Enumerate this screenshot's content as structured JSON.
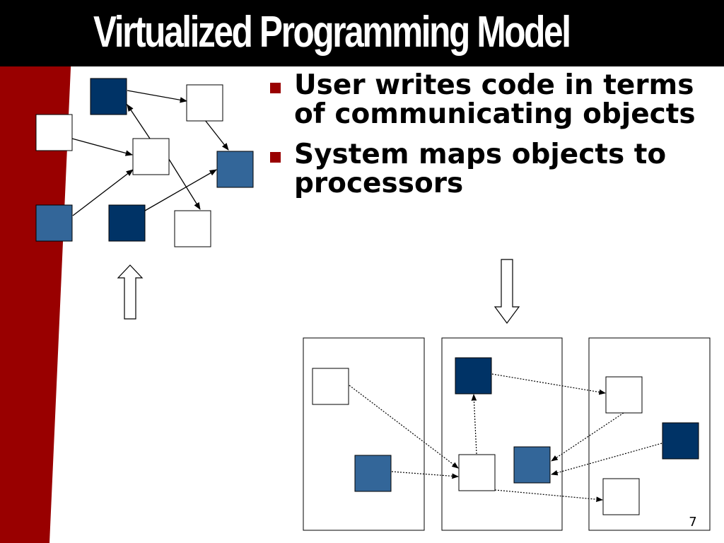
{
  "slide": {
    "title": "Virtualized Programming Model",
    "bullets": [
      "User writes code in terms of communicating objects",
      "System maps objects to processors"
    ],
    "page_number": "7"
  },
  "colors": {
    "title_bar": "#000000",
    "title_text": "#ffffff",
    "accent_red": "#990000",
    "dark_blue": "#003366",
    "mid_blue": "#336699",
    "white": "#ffffff"
  },
  "diagram": {
    "object_graph": {
      "objects": [
        {
          "id": "o1",
          "fill": "dark_blue"
        },
        {
          "id": "o2",
          "fill": "white"
        },
        {
          "id": "o3",
          "fill": "white"
        },
        {
          "id": "o4",
          "fill": "white"
        },
        {
          "id": "o5",
          "fill": "mid_blue"
        },
        {
          "id": "o6",
          "fill": "mid_blue"
        },
        {
          "id": "o7",
          "fill": "dark_blue"
        },
        {
          "id": "o8",
          "fill": "white"
        }
      ],
      "arrow_style": "solid"
    },
    "processor_mapping": {
      "processors": 3,
      "arrow_style": "dotted"
    },
    "indicator_arrows": [
      "up-arrow",
      "down-arrow"
    ]
  }
}
